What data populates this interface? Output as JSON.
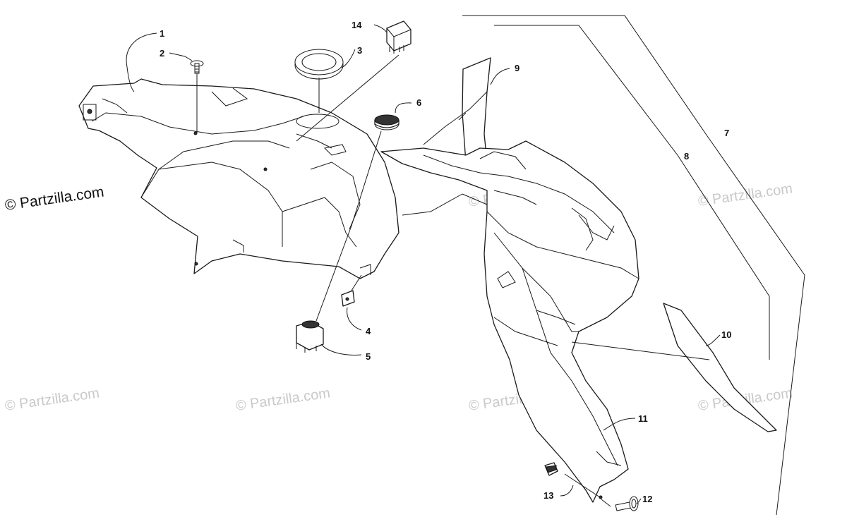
{
  "copyright": "© Partzilla.com",
  "watermark": "© Partzilla.com",
  "callouts": {
    "c1": "1",
    "c2": "2",
    "c3": "3",
    "c4": "4",
    "c5": "5",
    "c6": "6",
    "c7": "7",
    "c8": "8",
    "c9": "9",
    "c10": "10",
    "c11": "11",
    "c12": "12",
    "c13": "13",
    "c14": "14"
  }
}
